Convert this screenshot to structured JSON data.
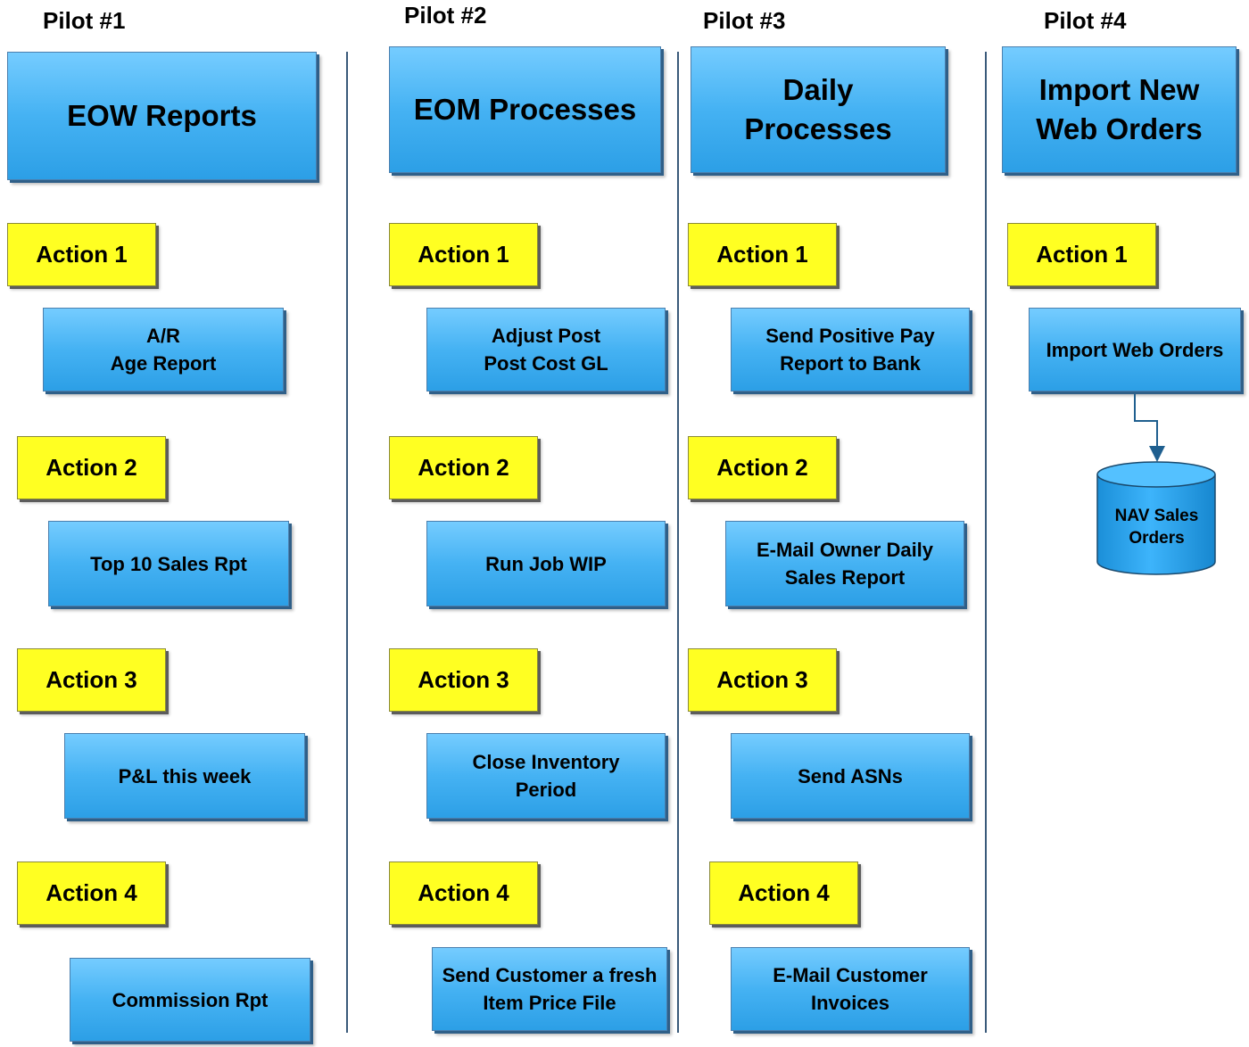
{
  "pilots": [
    {
      "label": "Pilot #1",
      "title": "EOW Reports",
      "actions": [
        {
          "label": "Action 1",
          "task": "A/R\nAge Report"
        },
        {
          "label": "Action 2",
          "task": "Top 10 Sales Rpt"
        },
        {
          "label": "Action 3",
          "task": "P&L this week"
        },
        {
          "label": "Action 4",
          "task": "Commission Rpt"
        }
      ]
    },
    {
      "label": "Pilot #2",
      "title": "EOM Processes",
      "actions": [
        {
          "label": "Action 1",
          "task": "Adjust Post\nPost Cost GL"
        },
        {
          "label": "Action 2",
          "task": "Run Job WIP"
        },
        {
          "label": "Action 3",
          "task": "Close Inventory\nPeriod"
        },
        {
          "label": "Action 4",
          "task": "Send Customer a fresh\nItem Price File"
        }
      ]
    },
    {
      "label": "Pilot #3",
      "title": "Daily\nProcesses",
      "actions": [
        {
          "label": "Action 1",
          "task": "Send Positive Pay\nReport to Bank"
        },
        {
          "label": "Action 2",
          "task": "E-Mail Owner Daily\nSales Report"
        },
        {
          "label": "Action 3",
          "task": "Send ASNs"
        },
        {
          "label": "Action 4",
          "task": "E-Mail Customer\nInvoices"
        }
      ]
    },
    {
      "label": "Pilot #4",
      "title": "Import New\nWeb Orders",
      "actions": [
        {
          "label": "Action 1",
          "task": "Import Web Orders"
        }
      ]
    }
  ],
  "database": {
    "label": "NAV Sales\nOrders"
  },
  "colors": {
    "header_box": "#45b2f3",
    "action_box": "#ffff22",
    "divider": "#3a5a7a",
    "connector": "#1f5f8f",
    "database": "#29a4ef"
  }
}
